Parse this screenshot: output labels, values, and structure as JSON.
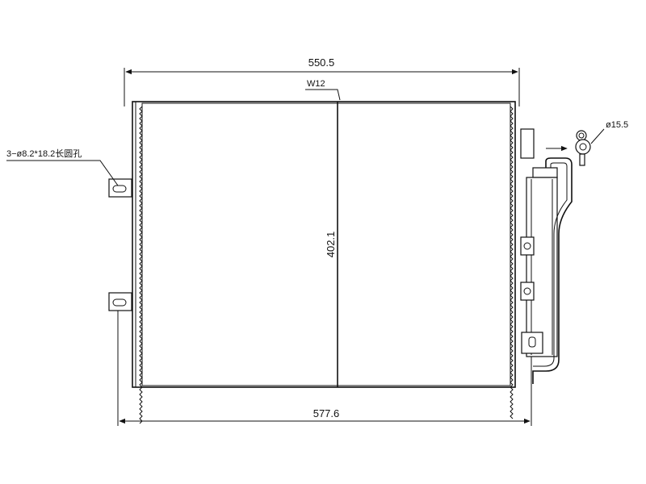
{
  "drawing": {
    "top_width_label": "550.5",
    "bottom_width_label": "577.6",
    "height_label": "402.1",
    "core_label": "W12",
    "hole_note": "3−ø8.2*18.2长圆孔",
    "fitting_label": "ø15.5"
  }
}
